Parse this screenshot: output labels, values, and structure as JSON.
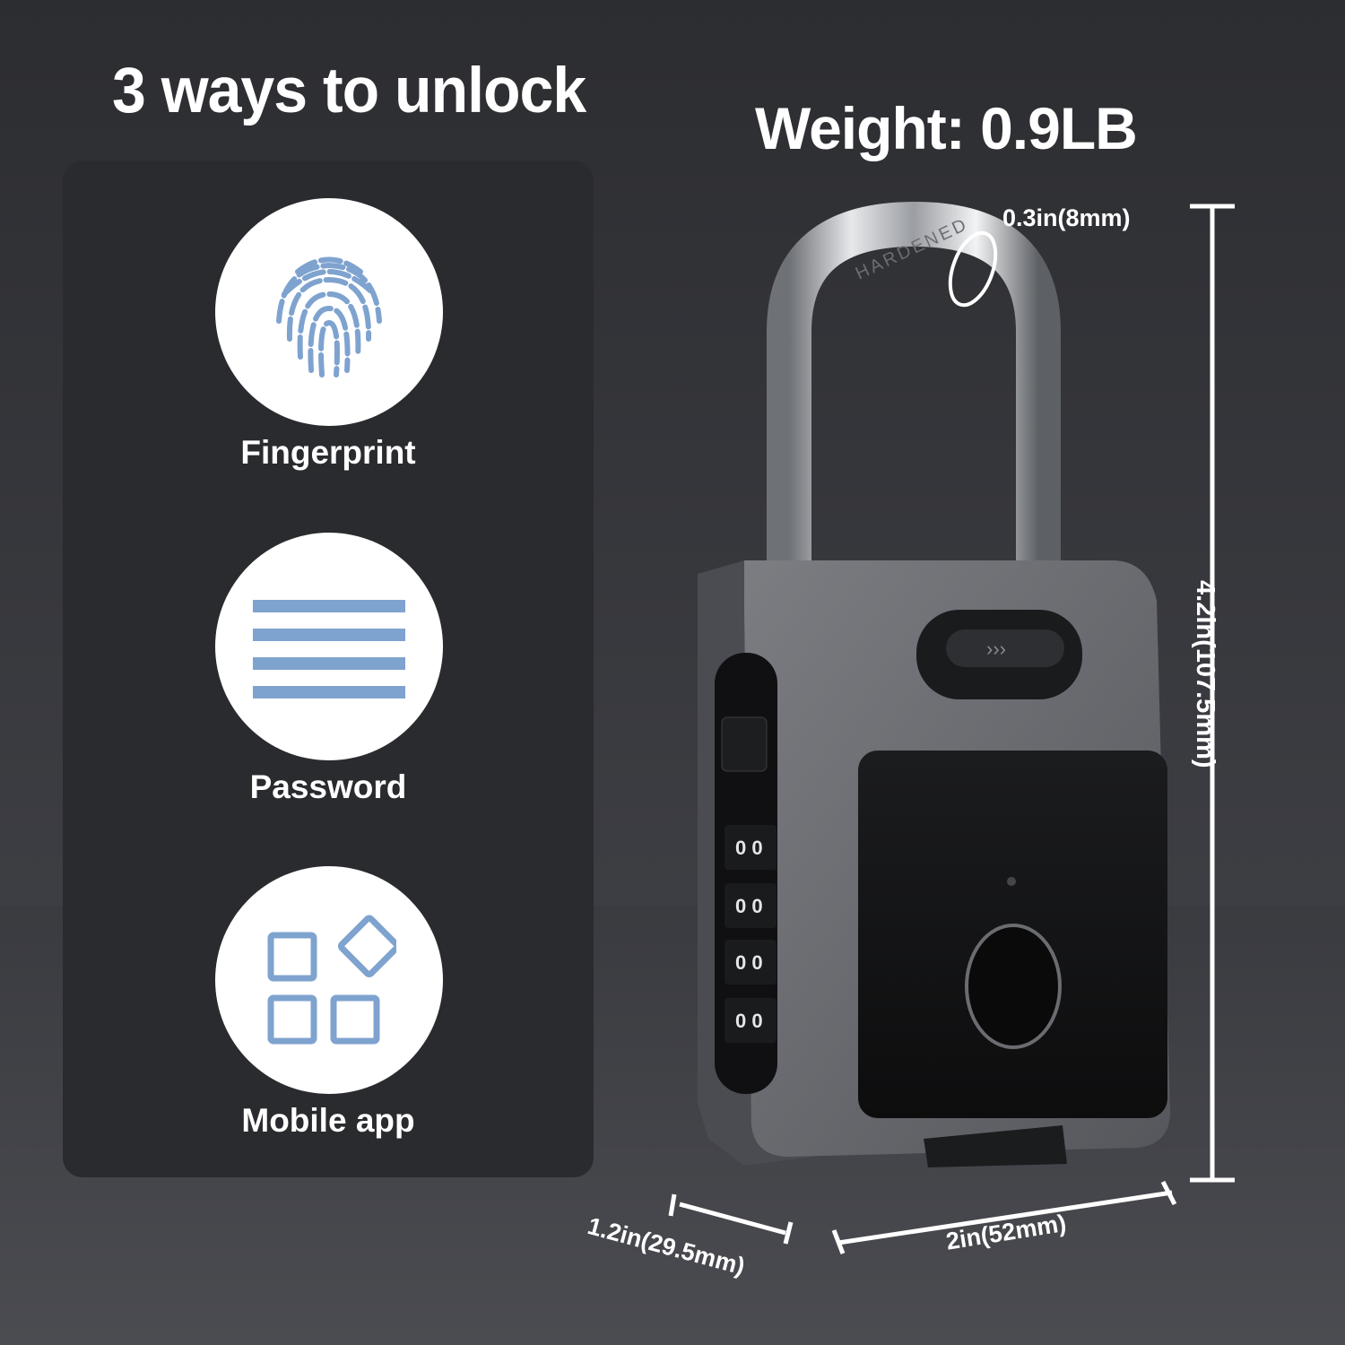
{
  "title": "3 ways to unlock",
  "weight": "Weight: 0.9LB",
  "features": [
    {
      "label": "Fingerprint",
      "icon": "fingerprint-icon"
    },
    {
      "label": "Password",
      "icon": "password-lines-icon"
    },
    {
      "label": "Mobile app",
      "icon": "app-grid-icon"
    }
  ],
  "dimensions": {
    "shackle": "0.3in(8mm)",
    "height": "4.2in(107.5mm)",
    "depth": "1.2in(29.5mm)",
    "width": "2in(52mm)"
  },
  "shackle_engraving": "HARDENED",
  "colors": {
    "icon_blue": "#7fa3cf",
    "panel": "#2a2b2e",
    "lock_body": "#6c6e73"
  }
}
